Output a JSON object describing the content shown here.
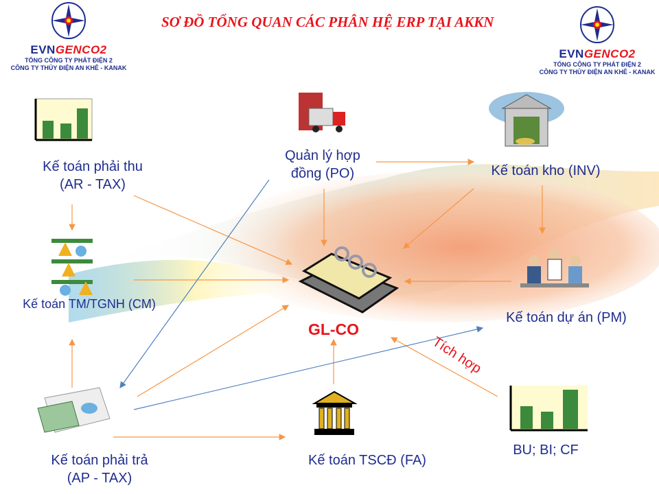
{
  "title": "SƠ ĐỒ TỔNG QUAN CÁC PHÂN HỆ ERP TẠI AKKN",
  "logo": {
    "brand_a": "EVN",
    "brand_b": "GENCO2",
    "line1": "TỔNG CÔNG TY PHÁT ĐIỆN 2",
    "line2": "CÔNG TY THỦY ĐIỆN AN KHÊ - KANAK"
  },
  "nodes": {
    "ar": [
      "Kế toán phải thu",
      "(AR - TAX)"
    ],
    "po": [
      "Quản lý hợp",
      "đồng (PO)"
    ],
    "inv": "Kế toán kho (INV)",
    "cm": "Kế toán TM/TGNH (CM)",
    "pm": "Kế toán dự án (PM)",
    "gl": "GL-CO",
    "ap": [
      "Kế toán phải trả",
      "(AP - TAX)"
    ],
    "fa": "Kế toán TSCĐ (FA)",
    "bu": "BU; BI; CF"
  },
  "integration_label": "Tích hợp",
  "colors": {
    "orange": "#f79646",
    "blue": "#4f81bd",
    "title": "#e8141b",
    "text": "#1f2d8f"
  }
}
